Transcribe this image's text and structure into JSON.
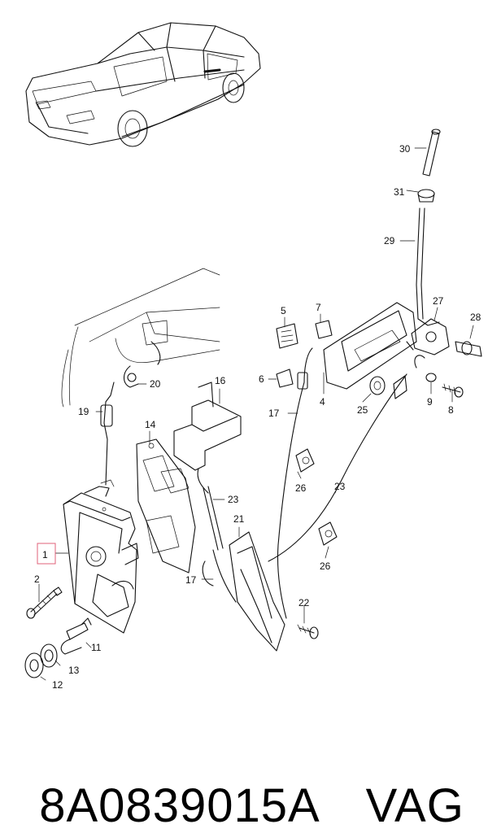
{
  "diagram": {
    "callouts": [
      {
        "id": "1",
        "text": "1",
        "highlight": true
      },
      {
        "id": "2",
        "text": "2"
      },
      {
        "id": "4",
        "text": "4"
      },
      {
        "id": "5",
        "text": "5"
      },
      {
        "id": "6",
        "text": "6"
      },
      {
        "id": "7",
        "text": "7"
      },
      {
        "id": "8",
        "text": "8"
      },
      {
        "id": "9",
        "text": "9"
      },
      {
        "id": "11",
        "text": "11"
      },
      {
        "id": "12",
        "text": "12"
      },
      {
        "id": "13",
        "text": "13"
      },
      {
        "id": "14",
        "text": "14"
      },
      {
        "id": "16",
        "text": "16"
      },
      {
        "id": "17a",
        "text": "17"
      },
      {
        "id": "17b",
        "text": "17"
      },
      {
        "id": "19",
        "text": "19"
      },
      {
        "id": "20",
        "text": "20"
      },
      {
        "id": "21",
        "text": "21"
      },
      {
        "id": "22",
        "text": "22"
      },
      {
        "id": "23a",
        "text": "23"
      },
      {
        "id": "23b",
        "text": "23"
      },
      {
        "id": "25",
        "text": "25"
      },
      {
        "id": "26a",
        "text": "26"
      },
      {
        "id": "26b",
        "text": "26"
      },
      {
        "id": "27",
        "text": "27"
      },
      {
        "id": "28",
        "text": "28"
      },
      {
        "id": "29",
        "text": "29"
      },
      {
        "id": "30",
        "text": "30"
      },
      {
        "id": "31",
        "text": "31"
      }
    ]
  },
  "caption": {
    "part_number": "8A0839015A",
    "manufacturer": "VAG"
  }
}
